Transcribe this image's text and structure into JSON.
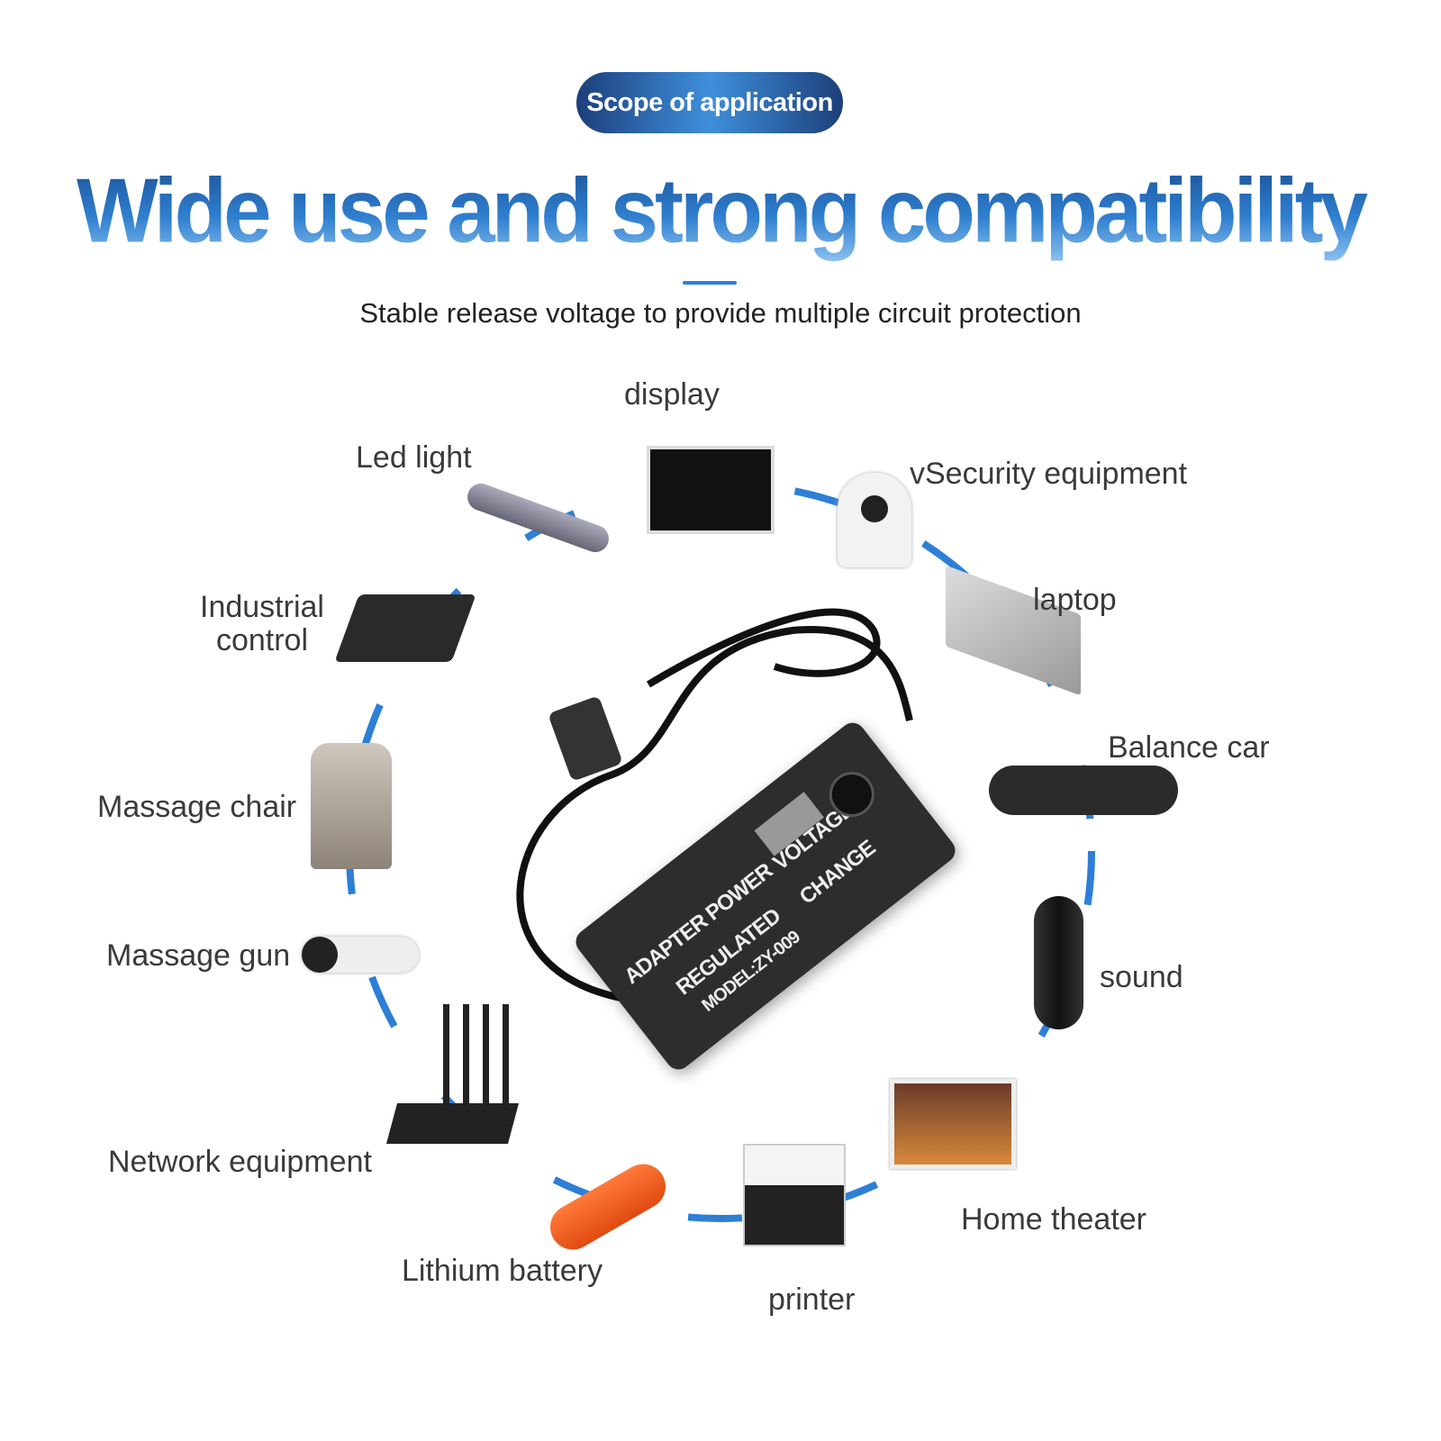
{
  "header": {
    "badge": "Scope of application",
    "title": "Wide use and strong compatibility",
    "subtitle": "Stable release voltage to provide multiple circuit protection"
  },
  "colors": {
    "accent": "#2d7fd6",
    "badge_dark": "#1c3f7a",
    "text": "#3a3a3a"
  },
  "applications": [
    {
      "id": "display",
      "label": "display"
    },
    {
      "id": "led",
      "label": "Led light"
    },
    {
      "id": "security",
      "label": "vSecurity equipment"
    },
    {
      "id": "industrial",
      "label": "Industrial control"
    },
    {
      "id": "laptop",
      "label": "laptop"
    },
    {
      "id": "balance",
      "label": "Balance car"
    },
    {
      "id": "chair",
      "label": "Massage chair"
    },
    {
      "id": "gun",
      "label": "Massage gun"
    },
    {
      "id": "sound",
      "label": "sound"
    },
    {
      "id": "network",
      "label": "Network equipment"
    },
    {
      "id": "theater",
      "label": "Home theater"
    },
    {
      "id": "battery",
      "label": "Lithium battery"
    },
    {
      "id": "printer",
      "label": "printer"
    }
  ],
  "industrial_lines": [
    "Industrial",
    "control"
  ],
  "adapter": {
    "line1": "ADAPTER POWER",
    "line2": "VOLTAGE",
    "line3": "REGULATED",
    "line4": "CHANGE",
    "model": "MODEL:ZY-009"
  }
}
